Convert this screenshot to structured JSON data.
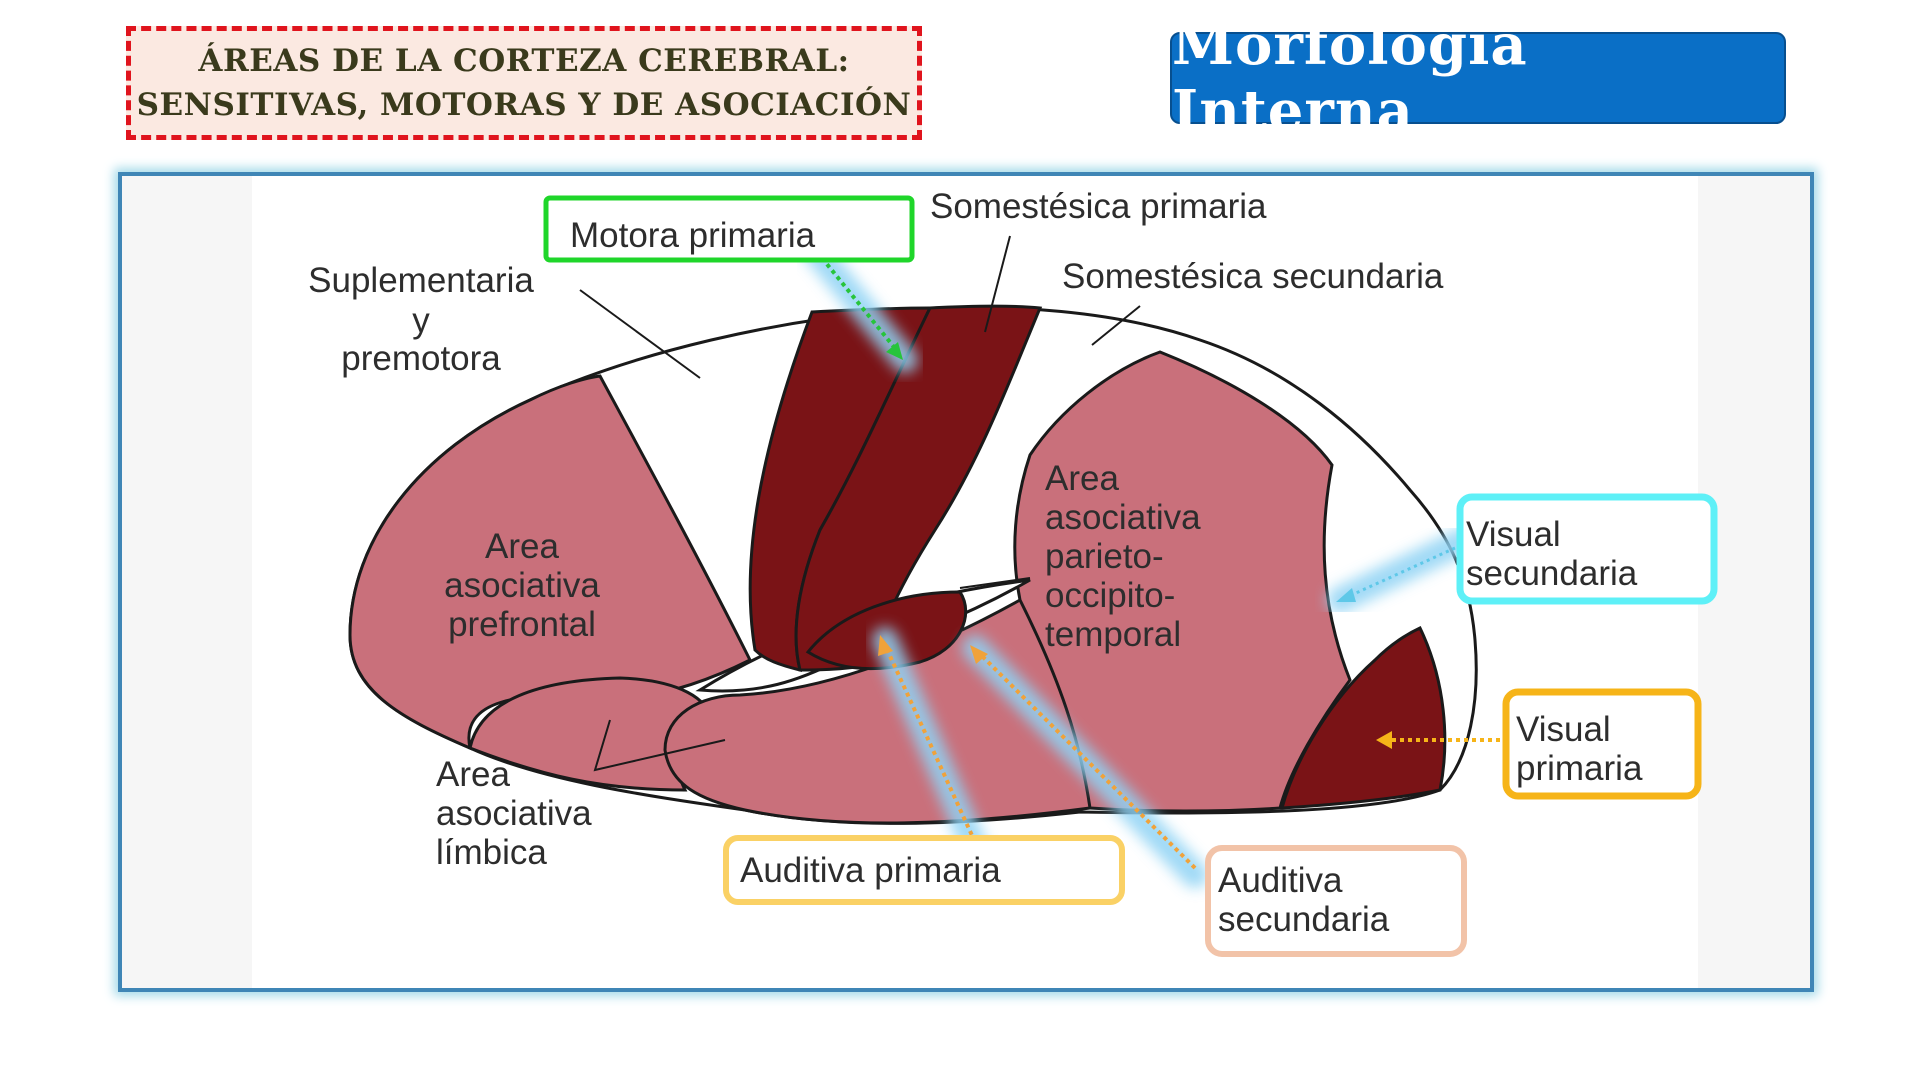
{
  "header": {
    "title_line1": "ÁREAS DE LA CORTEZA CEREBRAL:",
    "title_line2": "SENSITIVAS, MOTORAS Y DE ASOCIACIÓN",
    "brand": "Morfología Interna"
  },
  "labels": {
    "motora_primaria": "Motora primaria",
    "somestesica_primaria": "Somestésica primaria",
    "somestesica_secundaria": "Somestésica secundaria",
    "suplementaria_l1": "Suplementaria",
    "suplementaria_l2": "y",
    "suplementaria_l3": "premotora",
    "prefrontal_l1": "Area",
    "prefrontal_l2": "asociativa",
    "prefrontal_l3": "prefrontal",
    "parieto_l1": "Area",
    "parieto_l2": "asociativa",
    "parieto_l3": "parieto-",
    "parieto_l4": "occipito-",
    "parieto_l5": "temporal",
    "limbica_l1": "Area",
    "limbica_l2": "asociativa",
    "limbica_l3": "límbica",
    "visual_secundaria_l1": "Visual",
    "visual_secundaria_l2": "secundaria",
    "visual_primaria_l1": "Visual",
    "visual_primaria_l2": "primaria",
    "auditiva_primaria": "Auditiva primaria",
    "auditiva_secundaria_l1": "Auditiva",
    "auditiva_secundaria_l2": "secundaria"
  },
  "colors": {
    "association_pink": "#c9707b",
    "primary_dark": "#7a1316",
    "outline": "#1a1a1a",
    "title_border": "#e0141d",
    "brand_blue": "#0a6fc6",
    "frame_border": "#3f86b6",
    "box_green": "#1fd62a",
    "box_cyan": "#5ef0f7",
    "box_orange": "#f6b418",
    "box_yellow": "#fad165",
    "box_peach": "#f2c3a8",
    "arrow_green": "#27c43b",
    "arrow_orange": "#f0a23a",
    "glow_blue": "#8fd3f4"
  }
}
